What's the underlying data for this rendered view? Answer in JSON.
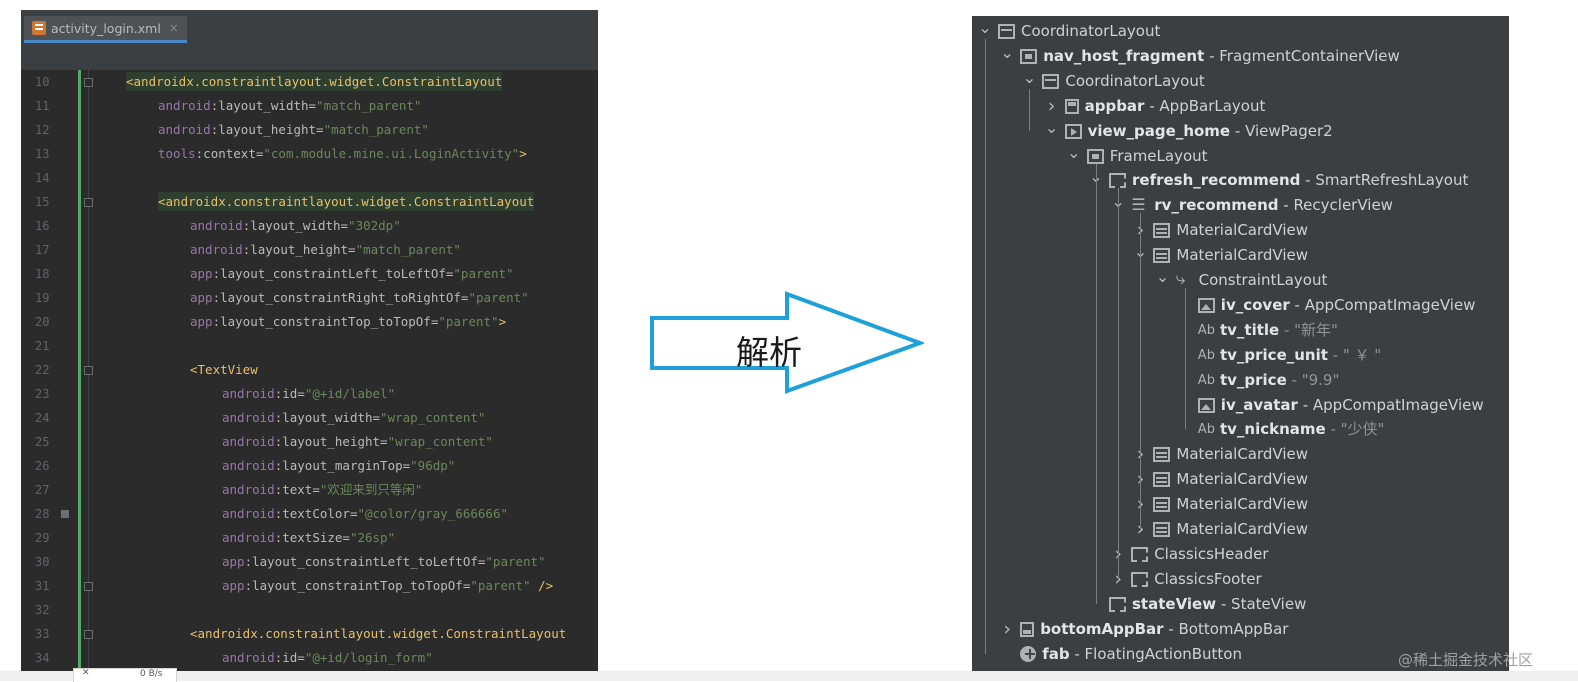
{
  "editor": {
    "tab_label": "activity_login.xml",
    "tab_close": "×",
    "lines": [
      {
        "n": "10",
        "parts": [
          [
            "tag-hl",
            "<androidx.constraintlayout.widget.ConstraintLayout"
          ]
        ],
        "indent": 0
      },
      {
        "n": "11",
        "parts": [
          [
            "ns",
            "android"
          ],
          [
            "attr",
            ":layout_width="
          ],
          [
            "val",
            "\"match_parent\""
          ]
        ],
        "indent": 1
      },
      {
        "n": "12",
        "parts": [
          [
            "ns",
            "android"
          ],
          [
            "attr",
            ":layout_height="
          ],
          [
            "val",
            "\"match_parent\""
          ]
        ],
        "indent": 1
      },
      {
        "n": "13",
        "parts": [
          [
            "ns",
            "tools"
          ],
          [
            "attr",
            ":context="
          ],
          [
            "val",
            "\"com.module.mine.ui.LoginActivity\""
          ],
          [
            "tag",
            ">"
          ]
        ],
        "indent": 1
      },
      {
        "n": "14",
        "parts": [],
        "indent": 0
      },
      {
        "n": "15",
        "parts": [
          [
            "tag-hl",
            "<androidx.constraintlayout.widget.ConstraintLayout"
          ]
        ],
        "indent": 1
      },
      {
        "n": "16",
        "parts": [
          [
            "ns",
            "android"
          ],
          [
            "attr",
            ":layout_width="
          ],
          [
            "val",
            "\"302dp\""
          ]
        ],
        "indent": 2
      },
      {
        "n": "17",
        "parts": [
          [
            "ns",
            "android"
          ],
          [
            "attr",
            ":layout_height="
          ],
          [
            "val",
            "\"match_parent\""
          ]
        ],
        "indent": 2
      },
      {
        "n": "18",
        "parts": [
          [
            "ns",
            "app"
          ],
          [
            "attr",
            ":layout_constraintLeft_toLeftOf="
          ],
          [
            "val",
            "\"parent\""
          ]
        ],
        "indent": 2
      },
      {
        "n": "19",
        "parts": [
          [
            "ns",
            "app"
          ],
          [
            "attr",
            ":layout_constraintRight_toRightOf="
          ],
          [
            "val",
            "\"parent\""
          ]
        ],
        "indent": 2
      },
      {
        "n": "20",
        "parts": [
          [
            "ns",
            "app"
          ],
          [
            "attr",
            ":layout_constraintTop_toTopOf="
          ],
          [
            "val",
            "\"parent\""
          ],
          [
            "tag",
            ">"
          ]
        ],
        "indent": 2
      },
      {
        "n": "21",
        "parts": [],
        "indent": 0
      },
      {
        "n": "22",
        "parts": [
          [
            "tag",
            "<TextView"
          ]
        ],
        "indent": 2
      },
      {
        "n": "23",
        "parts": [
          [
            "ns",
            "android"
          ],
          [
            "attr",
            ":id="
          ],
          [
            "val",
            "\"@+id/label\""
          ]
        ],
        "indent": 3
      },
      {
        "n": "24",
        "parts": [
          [
            "ns",
            "android"
          ],
          [
            "attr",
            ":layout_width="
          ],
          [
            "val",
            "\"wrap_content\""
          ]
        ],
        "indent": 3
      },
      {
        "n": "25",
        "parts": [
          [
            "ns",
            "android"
          ],
          [
            "attr",
            ":layout_height="
          ],
          [
            "val",
            "\"wrap_content\""
          ]
        ],
        "indent": 3
      },
      {
        "n": "26",
        "parts": [
          [
            "ns",
            "android"
          ],
          [
            "attr",
            ":layout_marginTop="
          ],
          [
            "val",
            "\"96dp\""
          ]
        ],
        "indent": 3
      },
      {
        "n": "27",
        "parts": [
          [
            "ns",
            "android"
          ],
          [
            "attr",
            ":text="
          ],
          [
            "val",
            "\"欢迎来到只等闲\""
          ]
        ],
        "indent": 3
      },
      {
        "n": "28",
        "parts": [
          [
            "ns",
            "android"
          ],
          [
            "attr",
            ":textColor="
          ],
          [
            "val",
            "\"@color/gray_666666\""
          ]
        ],
        "indent": 3
      },
      {
        "n": "29",
        "parts": [
          [
            "ns",
            "android"
          ],
          [
            "attr",
            ":textSize="
          ],
          [
            "val",
            "\"26sp\""
          ]
        ],
        "indent": 3
      },
      {
        "n": "30",
        "parts": [
          [
            "ns",
            "app"
          ],
          [
            "attr",
            ":layout_constraintLeft_toLeftOf="
          ],
          [
            "val",
            "\"parent\""
          ]
        ],
        "indent": 3
      },
      {
        "n": "31",
        "parts": [
          [
            "ns",
            "app"
          ],
          [
            "attr",
            ":layout_constraintTop_toTopOf="
          ],
          [
            "val",
            "\"parent\""
          ],
          [
            "tag",
            " />"
          ]
        ],
        "indent": 3
      },
      {
        "n": "32",
        "parts": [],
        "indent": 0
      },
      {
        "n": "33",
        "parts": [
          [
            "tag",
            "<androidx.constraintlayout.widget.ConstraintLayout"
          ]
        ],
        "indent": 2
      },
      {
        "n": "34",
        "parts": [
          [
            "ns",
            "android"
          ],
          [
            "attr",
            ":id="
          ],
          [
            "val",
            "\"@+id/login_form\""
          ]
        ],
        "indent": 3
      }
    ],
    "mini_tab_text": "0 B/s"
  },
  "arrow": {
    "label": "解析",
    "stroke_color": "#1ea0d8"
  },
  "tree": {
    "rows": [
      {
        "depth": 0,
        "chev": "v",
        "icon": "i-layout",
        "id": "",
        "type": "CoordinatorLayout",
        "str": ""
      },
      {
        "depth": 1,
        "chev": "v",
        "icon": "i-frame",
        "id": "nav_host_fragment",
        "type": "FragmentContainerView",
        "str": ""
      },
      {
        "depth": 2,
        "chev": "v",
        "icon": "i-layout",
        "id": "",
        "type": "CoordinatorLayout",
        "str": ""
      },
      {
        "depth": 3,
        "chev": ">",
        "icon": "i-appbar",
        "id": "appbar",
        "type": "AppBarLayout",
        "str": ""
      },
      {
        "depth": 3,
        "chev": "v",
        "icon": "i-pager",
        "id": "view_page_home",
        "type": "ViewPager2",
        "str": ""
      },
      {
        "depth": 4,
        "chev": "v",
        "icon": "i-frame",
        "id": "",
        "type": "FrameLayout",
        "str": ""
      },
      {
        "depth": 5,
        "chev": "v",
        "icon": "i-refresh",
        "id": "refresh_recommend",
        "type": "SmartRefreshLayout",
        "str": ""
      },
      {
        "depth": 6,
        "chev": "v",
        "icon": "i-list",
        "id": "rv_recommend",
        "type": "RecyclerView",
        "str": ""
      },
      {
        "depth": 7,
        "chev": ">",
        "icon": "i-card",
        "id": "",
        "type": "MaterialCardView",
        "str": ""
      },
      {
        "depth": 7,
        "chev": "v",
        "icon": "i-card",
        "id": "",
        "type": "MaterialCardView",
        "str": ""
      },
      {
        "depth": 8,
        "chev": "v",
        "icon": "i-constraint",
        "id": "",
        "type": "ConstraintLayout",
        "str": ""
      },
      {
        "depth": 9,
        "chev": "",
        "icon": "i-image",
        "id": "iv_cover",
        "type": "AppCompatImageView",
        "str": ""
      },
      {
        "depth": 9,
        "chev": "",
        "icon": "i-text",
        "id": "tv_title",
        "type": "",
        "str": "\"新年\""
      },
      {
        "depth": 9,
        "chev": "",
        "icon": "i-text",
        "id": "tv_price_unit",
        "type": "",
        "str": "\" ￥ \""
      },
      {
        "depth": 9,
        "chev": "",
        "icon": "i-text",
        "id": "tv_price",
        "type": "",
        "str": "\"9.9\""
      },
      {
        "depth": 9,
        "chev": "",
        "icon": "i-image",
        "id": "iv_avatar",
        "type": "AppCompatImageView",
        "str": ""
      },
      {
        "depth": 9,
        "chev": "",
        "icon": "i-text",
        "id": "tv_nickname",
        "type": "",
        "str": "\"少侠\""
      },
      {
        "depth": 7,
        "chev": ">",
        "icon": "i-card",
        "id": "",
        "type": "MaterialCardView",
        "str": ""
      },
      {
        "depth": 7,
        "chev": ">",
        "icon": "i-card",
        "id": "",
        "type": "MaterialCardView",
        "str": ""
      },
      {
        "depth": 7,
        "chev": ">",
        "icon": "i-card",
        "id": "",
        "type": "MaterialCardView",
        "str": ""
      },
      {
        "depth": 7,
        "chev": ">",
        "icon": "i-card",
        "id": "",
        "type": "MaterialCardView",
        "str": ""
      },
      {
        "depth": 6,
        "chev": ">",
        "icon": "i-refresh",
        "id": "",
        "type": "ClassicsHeader",
        "str": ""
      },
      {
        "depth": 6,
        "chev": ">",
        "icon": "i-refresh",
        "id": "",
        "type": "ClassicsFooter",
        "str": ""
      },
      {
        "depth": 5,
        "chev": "",
        "icon": "i-refresh",
        "id": "stateView",
        "type": "StateView",
        "str": ""
      },
      {
        "depth": 1,
        "chev": ">",
        "icon": "i-bottom",
        "id": "bottomAppBar",
        "type": "BottomAppBar",
        "str": ""
      },
      {
        "depth": 1,
        "chev": "",
        "icon": "i-fab",
        "id": "fab",
        "type": "FloatingActionButton",
        "str": ""
      }
    ],
    "separator": " - "
  },
  "watermark": "@稀土掘金技术社区"
}
